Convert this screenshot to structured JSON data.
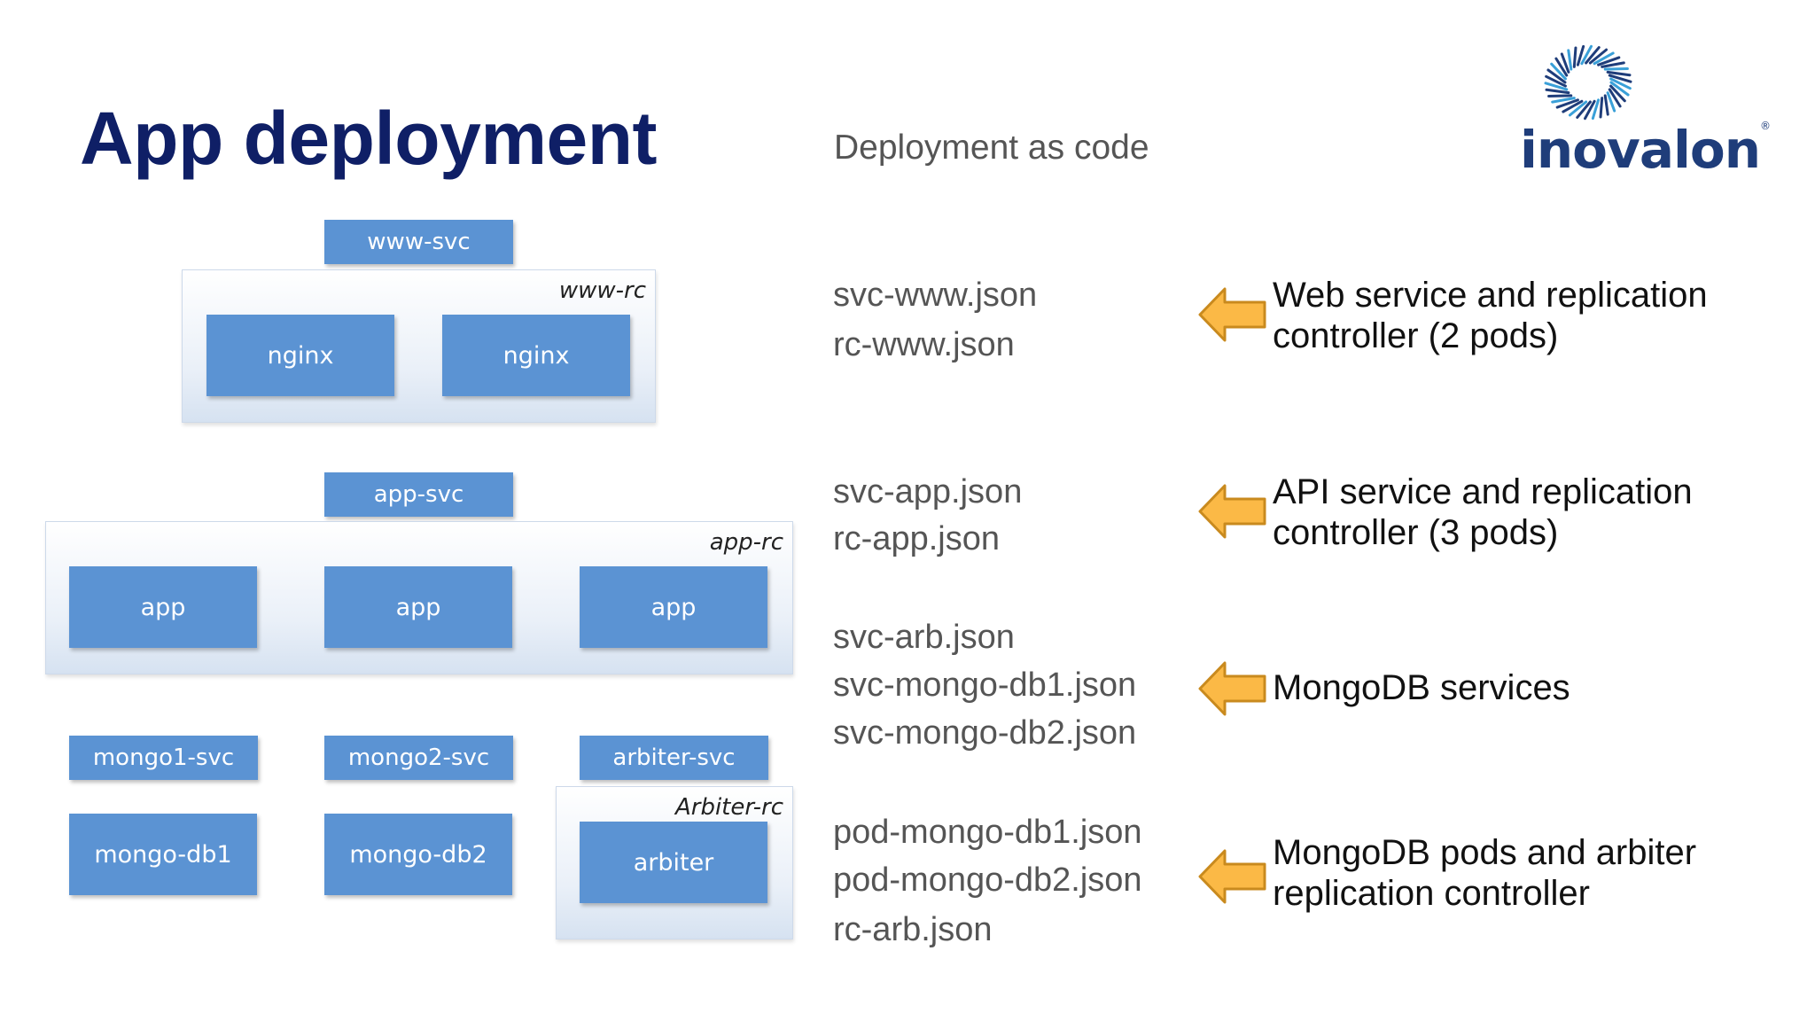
{
  "slide": {
    "title": "App deployment",
    "subtitle": "Deployment as code"
  },
  "logo": {
    "text": "inovalon",
    "registered": "®"
  },
  "diagram": {
    "www": {
      "svc": "www-svc",
      "rc": "www-rc",
      "pods": [
        "nginx",
        "nginx"
      ]
    },
    "app": {
      "svc": "app-svc",
      "rc": "app-rc",
      "pods": [
        "app",
        "app",
        "app"
      ]
    },
    "mongo": {
      "services": [
        "mongo1-svc",
        "mongo2-svc",
        "arbiter-svc"
      ],
      "pods": [
        "mongo-db1",
        "mongo-db2"
      ],
      "arbiter_rc": "Arbiter-rc",
      "arbiter_pod": "arbiter"
    }
  },
  "rows": [
    {
      "files": [
        "svc-www.json",
        "rc-www.json"
      ],
      "description": [
        "Web service and replication",
        "controller (2 pods)"
      ]
    },
    {
      "files": [
        "svc-app.json",
        "rc-app.json"
      ],
      "description": [
        "API service and replication",
        "controller (3 pods)"
      ]
    },
    {
      "files": [
        "svc-arb.json",
        "svc-mongo-db1.json",
        "svc-mongo-db2.json"
      ],
      "description": [
        "MongoDB services"
      ]
    },
    {
      "files": [
        "pod-mongo-db1.json",
        "pod-mongo-db2.json",
        "rc-arb.json"
      ],
      "description": [
        "MongoDB pods and arbiter",
        "replication controller"
      ]
    }
  ],
  "colors": {
    "title": "#0f1f66",
    "box": "#5b93d3",
    "arrow_fill": "#fbb946",
    "arrow_stroke": "#c98a1e"
  }
}
